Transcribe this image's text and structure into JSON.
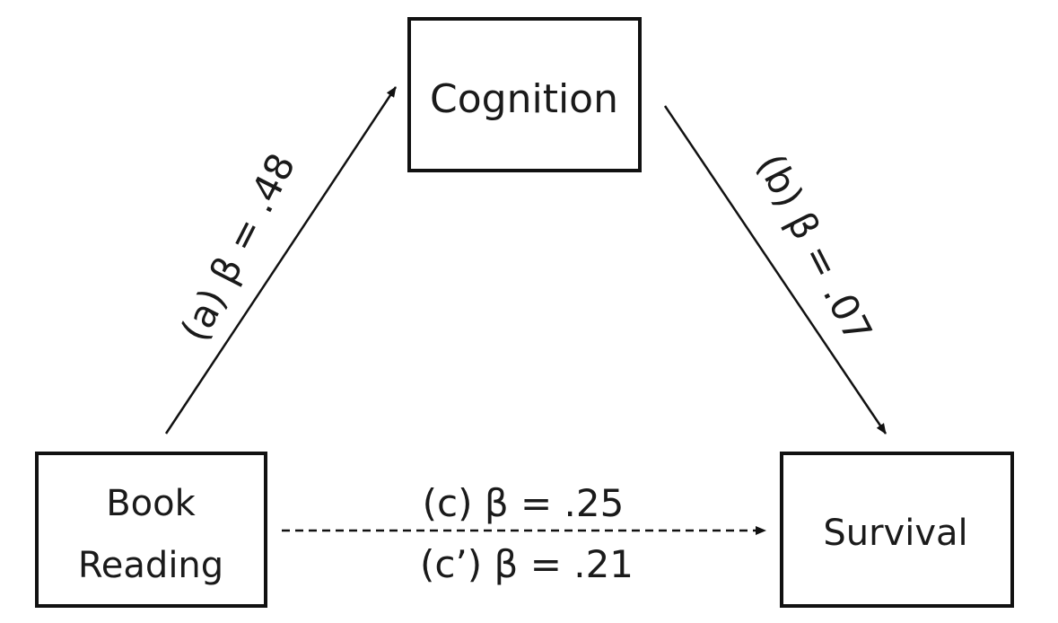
{
  "nodes": {
    "cognition": {
      "label": "Cognition"
    },
    "book_reading": {
      "line1": "Book",
      "line2": "Reading"
    },
    "survival": {
      "label": "Survival"
    }
  },
  "edges": {
    "a": {
      "label": "(a)  β = .48"
    },
    "b": {
      "label": "(b)  β = .07"
    },
    "c": {
      "label": "(c)  β = .25"
    },
    "c_prime": {
      "label": "(c’)  β = .21"
    }
  },
  "colors": {
    "stroke": "#111111",
    "text": "#1a1a1a",
    "background": "#ffffff"
  }
}
